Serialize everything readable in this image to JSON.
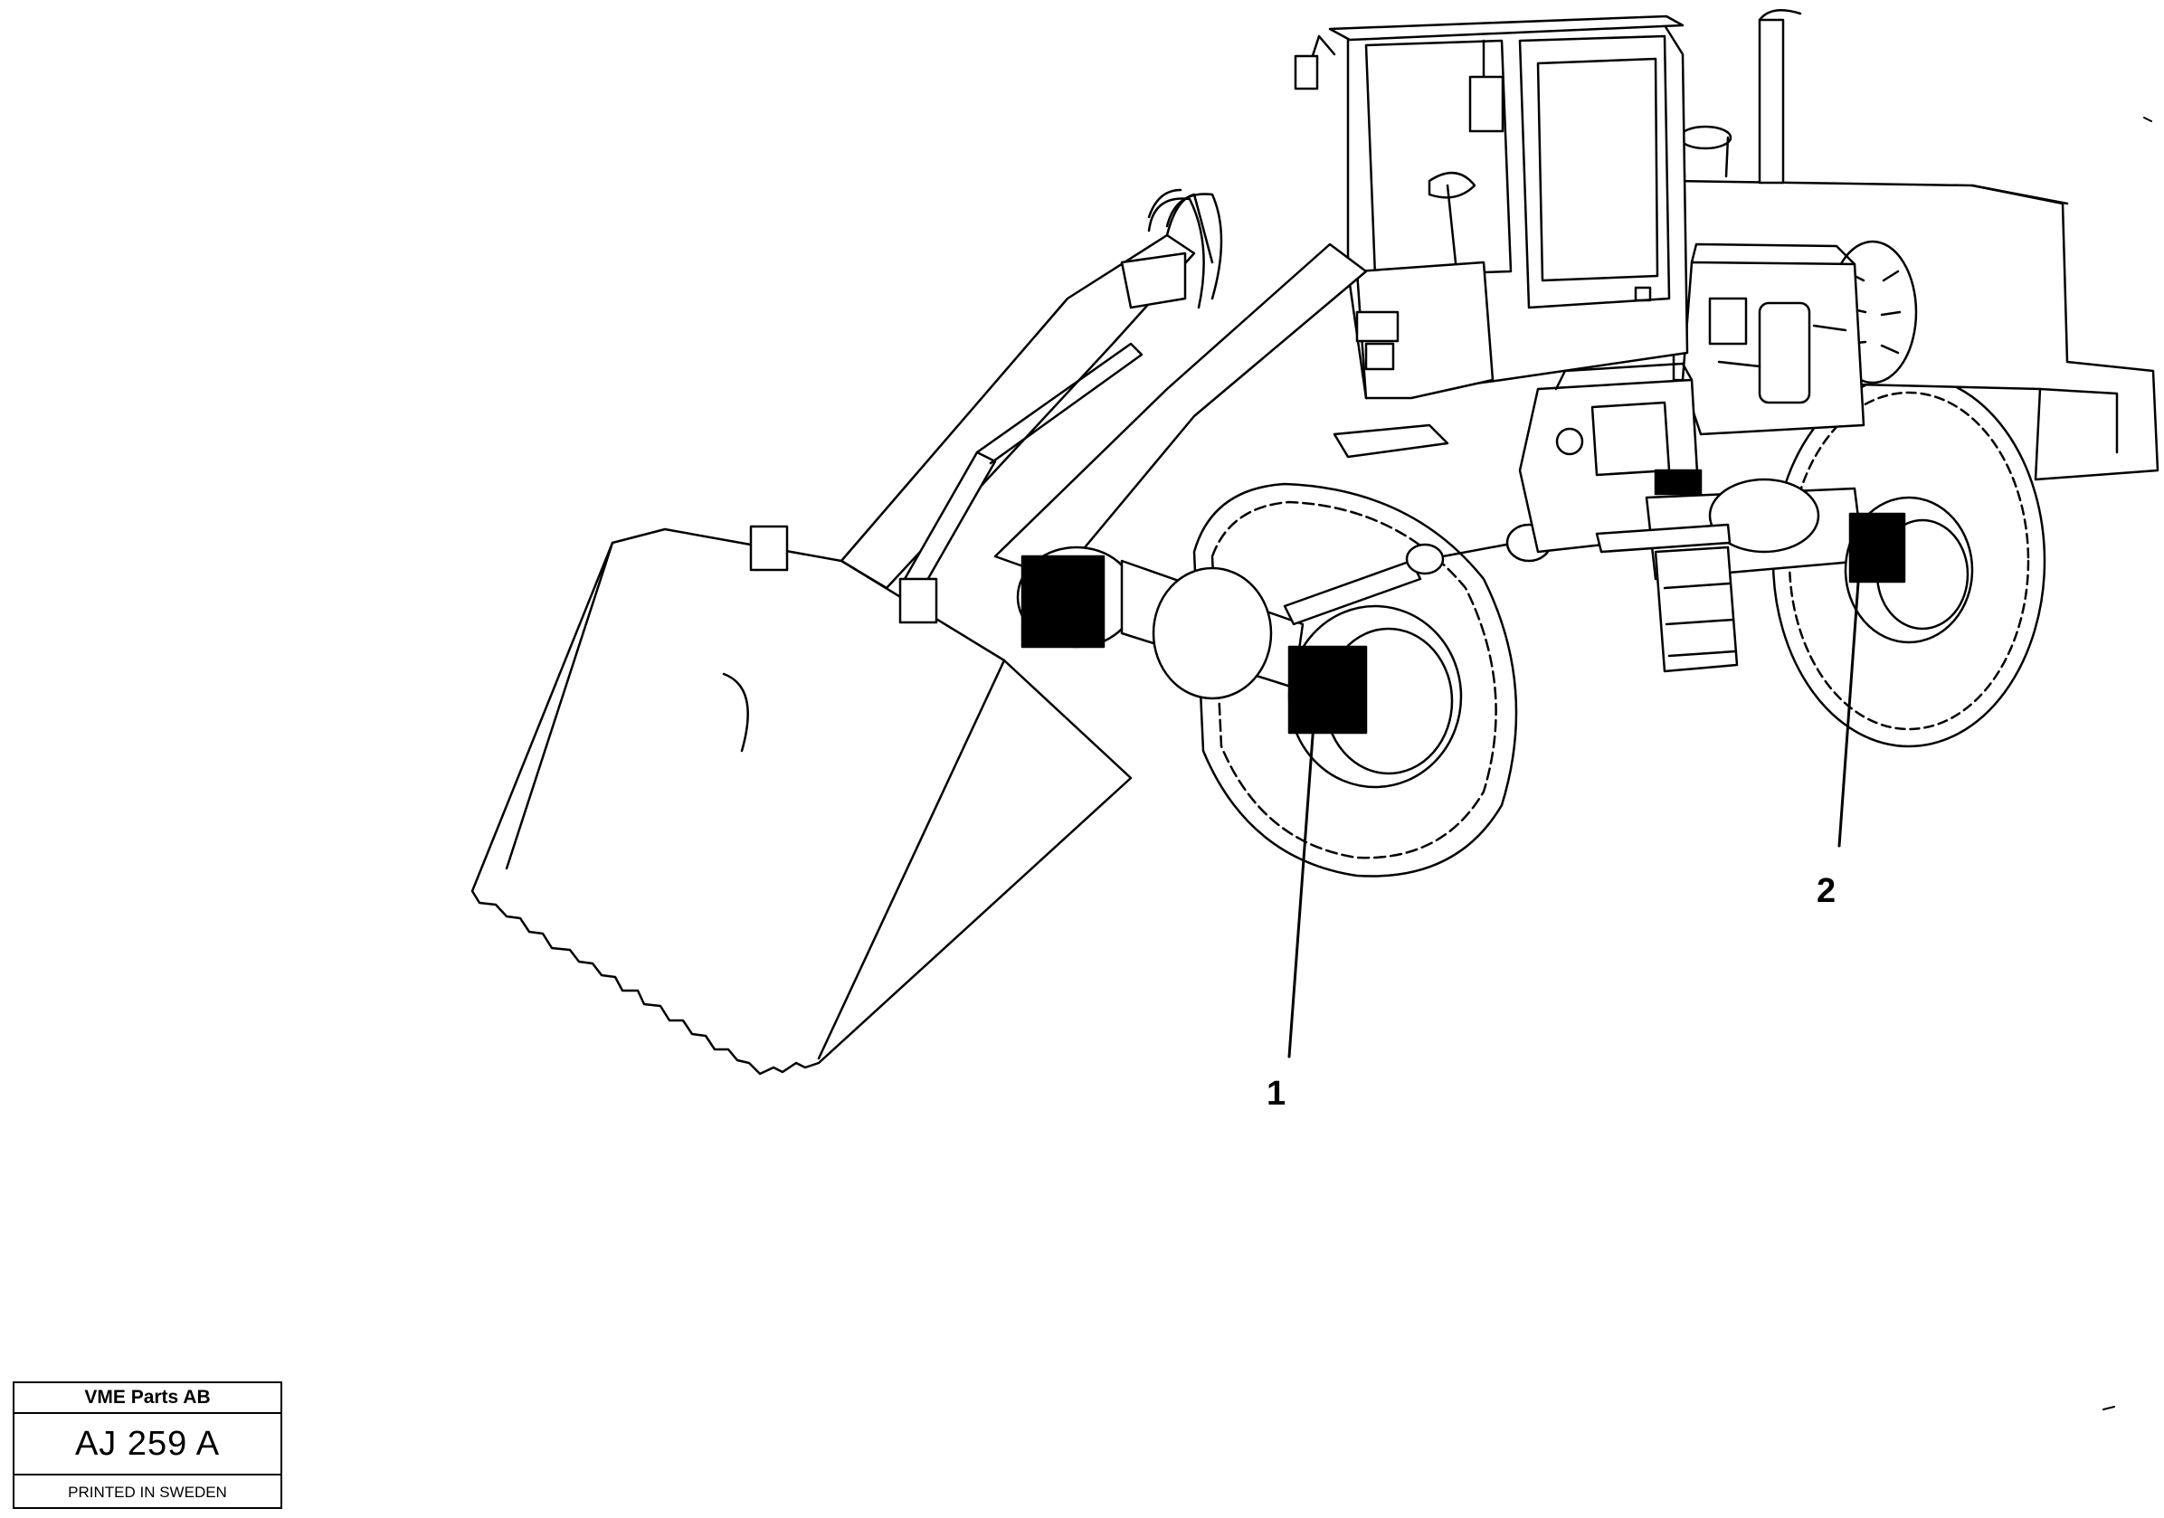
{
  "diagram": {
    "callouts": [
      {
        "id": "1",
        "label": "1"
      },
      {
        "id": "2",
        "label": "2"
      }
    ],
    "line_color": "#000000",
    "fill_color": "#ffffff",
    "highlight_color": "#000000"
  },
  "title_block": {
    "company": "VME Parts AB",
    "code": "AJ 259  A",
    "printed": "PRINTED IN SWEDEN"
  }
}
